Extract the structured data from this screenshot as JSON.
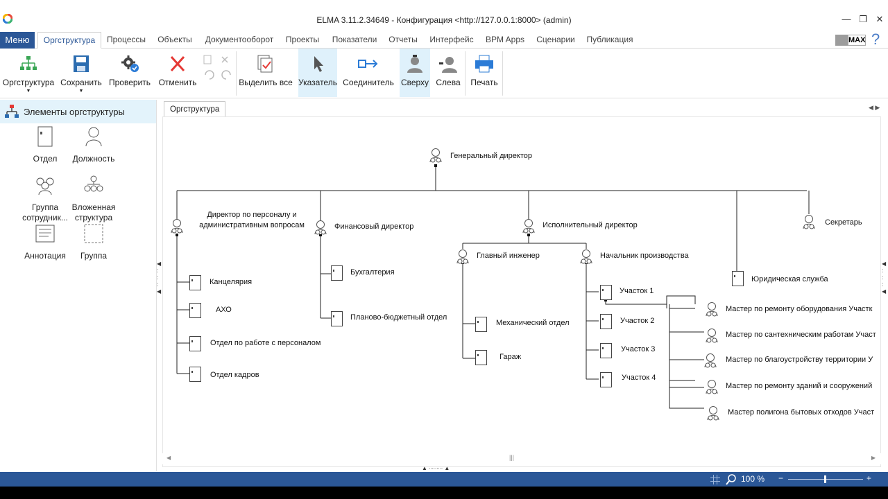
{
  "window": {
    "title": "ELMA 3.11.2.34649 - Конфигурация <http://127.0.0.1:8000> (admin)"
  },
  "menu": {
    "main_label": "Меню",
    "tabs": [
      "Оргструктура",
      "Процессы",
      "Объекты",
      "Документооборот",
      "Проекты",
      "Показатели",
      "Отчеты",
      "Интерфейс",
      "BPM Apps",
      "Сценарии",
      "Публикация"
    ],
    "active_tab": "Оргструктура",
    "max_label": "MAX",
    "help": "?"
  },
  "ribbon": {
    "orgstructure": "Оргструктура",
    "save": "Сохранить",
    "check": "Проверить",
    "cancel": "Отменить",
    "select_all": "Выделить все",
    "pointer": "Указатель",
    "connector": "Соединитель",
    "top": "Сверху",
    "left": "Слева",
    "print": "Печать"
  },
  "left_panel": {
    "title": "Элементы оргструктуры",
    "tools": {
      "department": "Отдел",
      "position": "Должность",
      "group_employees": "Группа сотрудник...",
      "nested": "Вложенная структура",
      "annotation": "Аннотация",
      "group": "Группа"
    }
  },
  "doc_tab": "Оргструктура",
  "org": {
    "ceo": "Генеральный директор",
    "hr_director": "Директор по персоналу и административным вопросам",
    "fin_director": "Финансовый директор",
    "exec_director": "Исполнительный директор",
    "secretary": "Секретарь",
    "chancellery": "Канцелярия",
    "axo": "АХО",
    "personnel_work": "Отдел по работе с персоналом",
    "hr_dept": "Отдел кадров",
    "accounting": "Бухгалтерия",
    "planning": "Планово-бюджетный отдел",
    "chief_engineer": "Главный инженер",
    "production_head": "Начальник производства",
    "legal": "Юридическая служба",
    "mech_dept": "Механический отдел",
    "garage": "Гараж",
    "site1": "Участок 1",
    "site2": "Участок 2",
    "site3": "Участок 3",
    "site4": "Участок 4",
    "m1": "Мастер по ремонту оборудования Участк",
    "m2": "Мастер по сантехническим работам Участ",
    "m3": "Мастер по благоустройству территории У",
    "m4": "Мастер по ремонту зданий и сооружений",
    "m5": "Мастер полигона бытовых отходов Участ"
  },
  "status": {
    "zoom": "100 %"
  }
}
